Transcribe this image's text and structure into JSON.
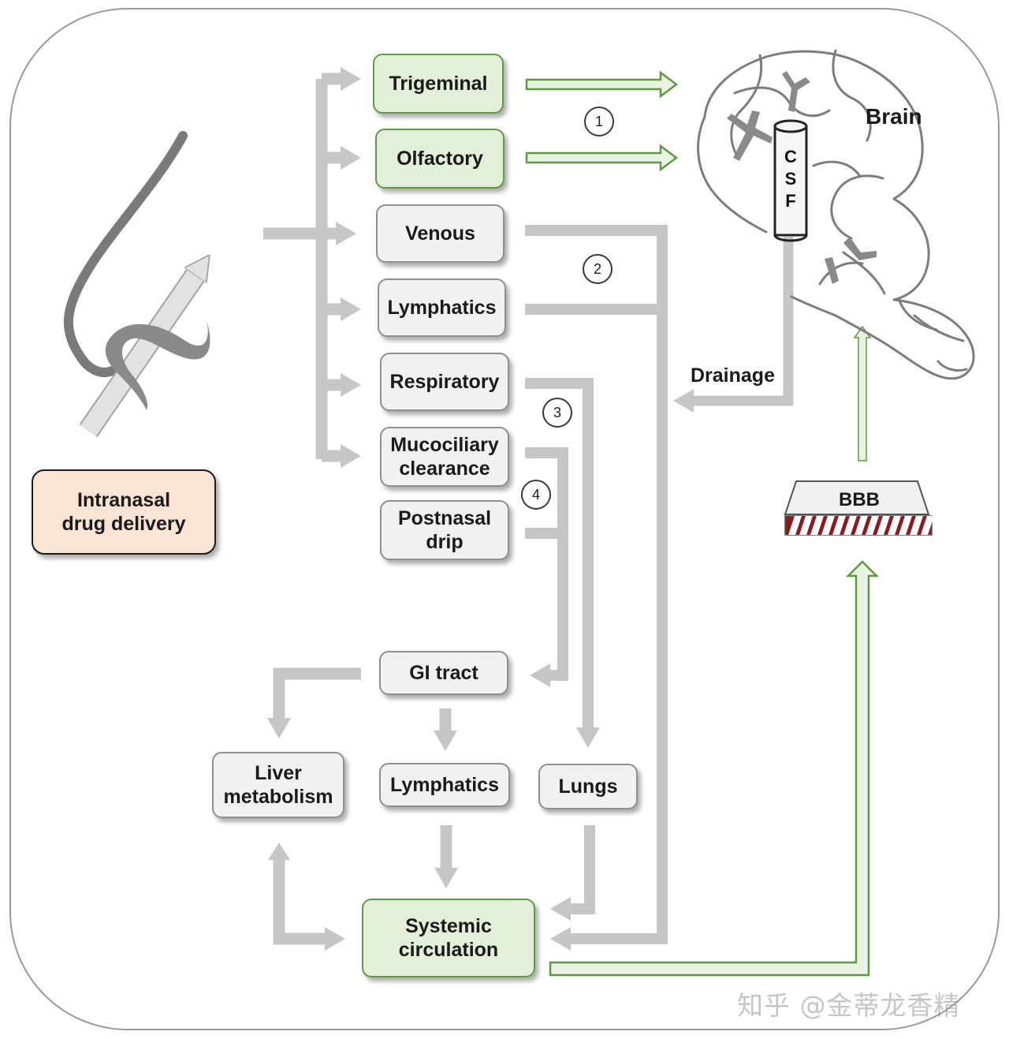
{
  "source": {
    "label": "Intranasal\ndrug delivery"
  },
  "pathways": {
    "trigeminal": "Trigeminal",
    "olfactory": "Olfactory",
    "venous": "Venous",
    "lymphatics": "Lymphatics",
    "respiratory": "Respiratory",
    "mucociliary": "Mucociliary\nclearance",
    "postnasal": "Postnasal\ndrip"
  },
  "downstream": {
    "gi_tract": "GI tract",
    "liver": "Liver\nmetabolism",
    "gi_lymphatics": "Lymphatics",
    "lungs": "Lungs",
    "systemic": "Systemic\ncirculation"
  },
  "route_numbers": [
    "1",
    "2",
    "3",
    "4"
  ],
  "brain": {
    "label": "Brain",
    "csf_letters": [
      "C",
      "S",
      "F"
    ],
    "drainage": "Drainage",
    "bbb": "BBB"
  },
  "watermark": "知乎 @金蒂龙香精",
  "colors": {
    "green_fill": "#e3efd9",
    "green_stroke": "#5f9a41",
    "gray_fill": "#f1f1f1",
    "peach_fill": "#fbe3d6",
    "arrow_gray": "#c6c6c6",
    "bbb_stripe": "#8b1a1f"
  }
}
